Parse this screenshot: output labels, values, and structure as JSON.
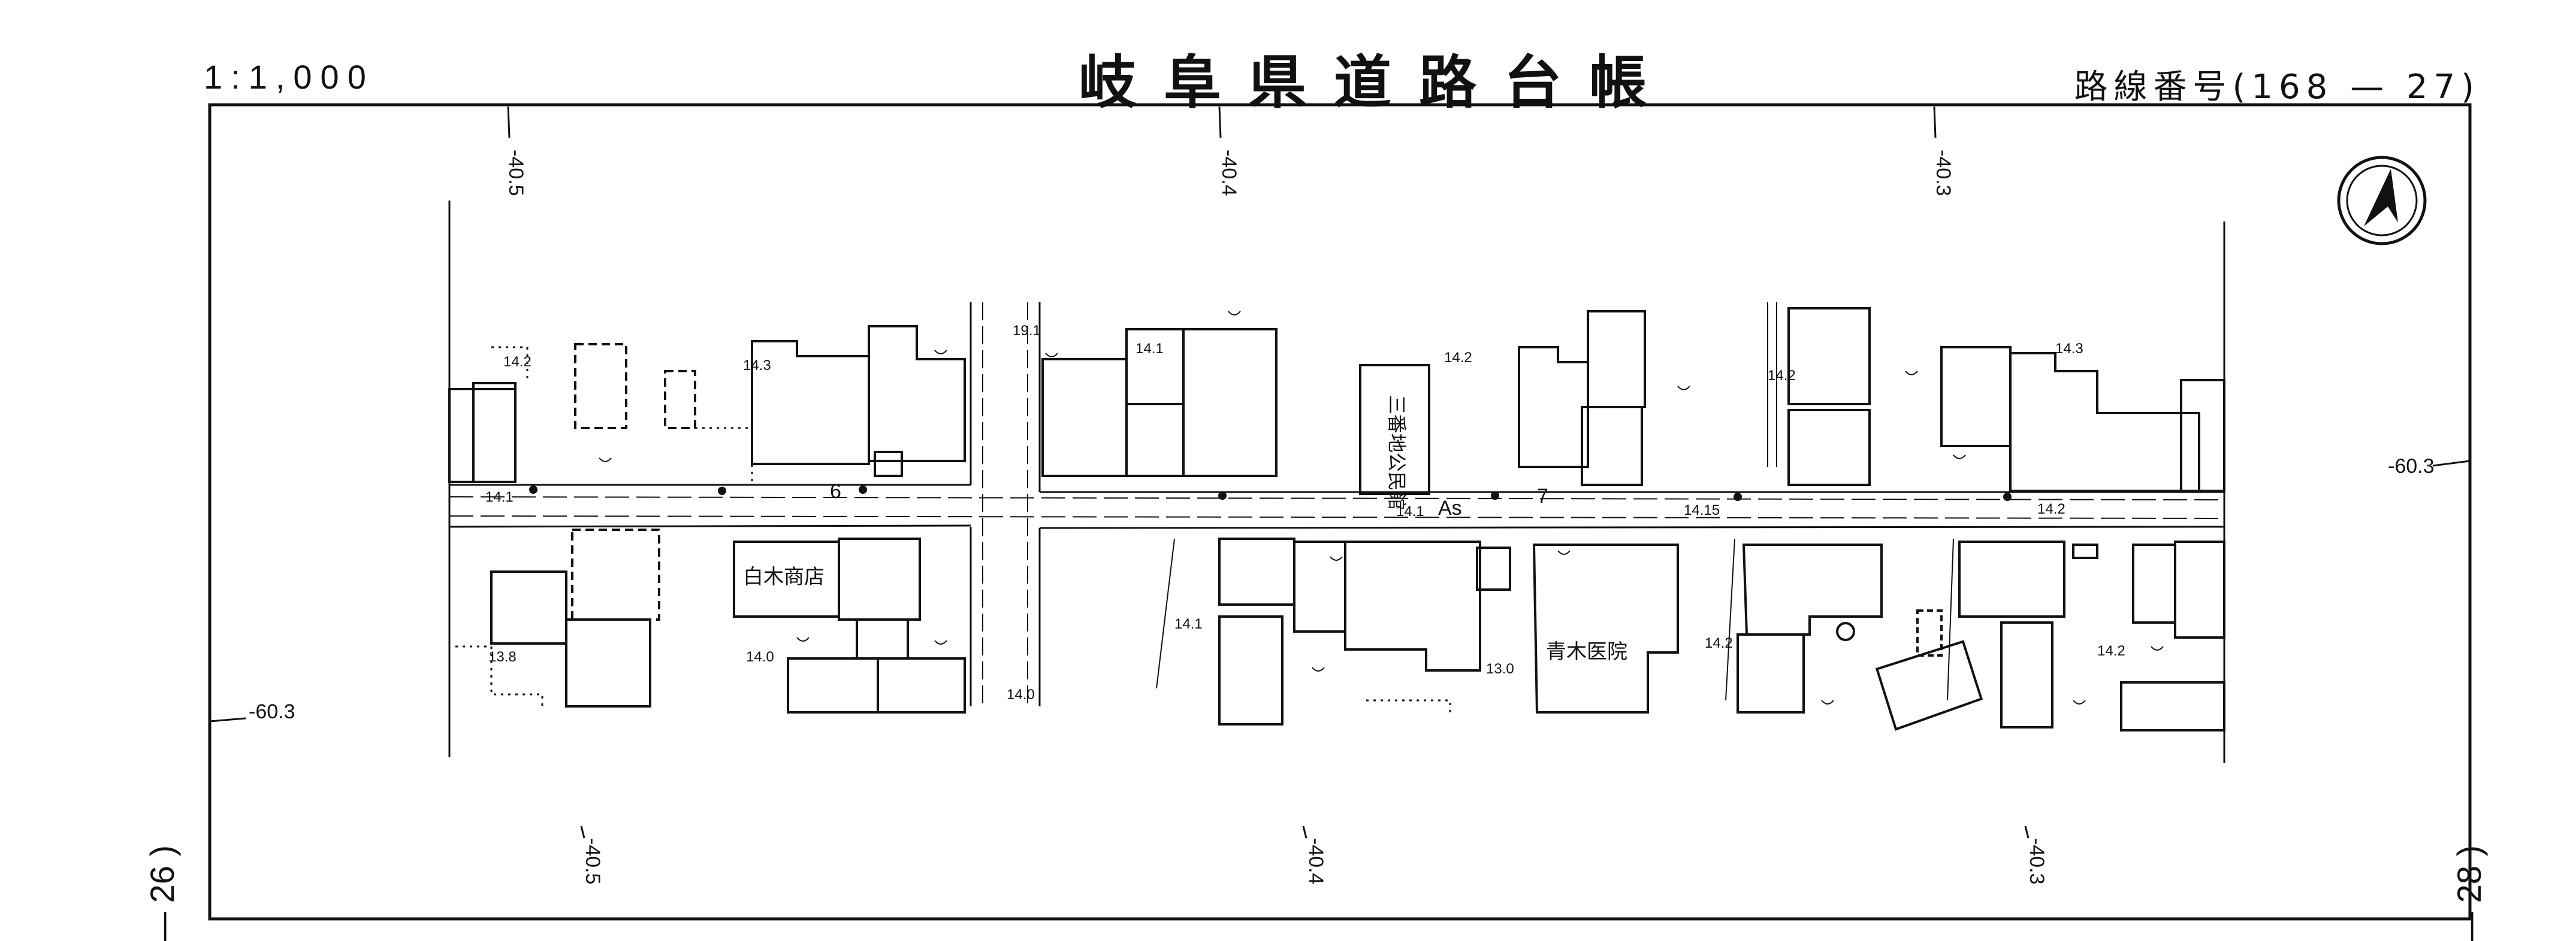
{
  "header": {
    "scale": "1:1,000",
    "title": "岐阜県道路台帳",
    "route_number": "路線番号(168 — 27)"
  },
  "sheet_edges": {
    "left": "— 26 )",
    "right": "— 28 )"
  },
  "grid_labels": {
    "top": [
      "-40.5",
      "-40.4",
      "-40.3"
    ],
    "bottom": [
      "-40.5",
      "-40.4",
      "-40.3"
    ],
    "left": "-60.3",
    "right": "-60.3"
  },
  "places": {
    "shiraki_shop": "白木商店",
    "aoki_clinic": "青木医院",
    "sanbanchi_hall": "三番地公民館"
  },
  "pavement": "As",
  "station_numbers": [
    "6",
    "7"
  ],
  "elevations": [
    "14.2",
    "14.3",
    "14.1",
    "13.8",
    "14.0",
    "14.0",
    "19.1",
    "14.1",
    "14.2",
    "14.1",
    "14.1",
    "13.0",
    "14.15",
    "14.2",
    "14.2",
    "14.3",
    "14.2",
    "14.2"
  ],
  "icons": [
    "north-arrow-icon"
  ]
}
